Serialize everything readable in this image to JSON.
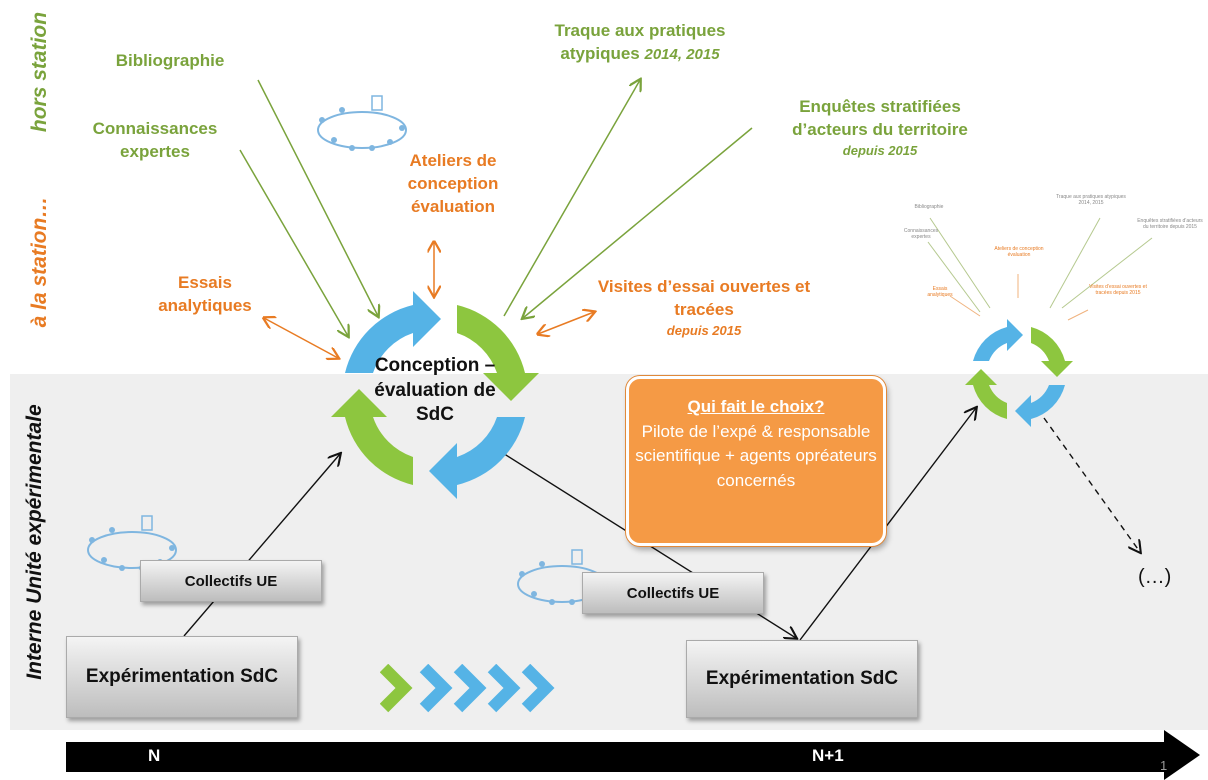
{
  "side_labels": {
    "hors_station": "hors station",
    "a_la_station": "à la station…",
    "interne": "Interne Unité expérimentale"
  },
  "sources": {
    "bibliographie": "Bibliographie",
    "connaissances": "Connaissances expertes",
    "traque_main": "Traque aux pratiques atypiques",
    "traque_years": "2014, 2015",
    "enquetes_main": "Enquêtes stratifiées d’acteurs du territoire",
    "enquetes_years": "depuis 2015"
  },
  "activities": {
    "ateliers": "Ateliers de conception évaluation",
    "essais": "Essais analytiques",
    "visites_main": "Visites d’essai ouvertes et tracées",
    "visites_years": "depuis 2015"
  },
  "center_cycle": "Conception – évaluation de SdC",
  "choice_box": {
    "question": "Qui fait le choix?",
    "answer": "Pilote de l’expé & responsable scientifique + agents opréateurs concernés"
  },
  "collectif_1": "Collectifs UE",
  "collectif_2": "Collectifs UE",
  "experimentation_1": "Expérimentation SdC",
  "experimentation_2": "Expérimentation SdC",
  "ellipsis": "(…)",
  "timeline": {
    "start": "N",
    "next": "N+1"
  },
  "slide_number": "1",
  "mini_diagram": {
    "biblio": "Bibliographie",
    "connaissances": "Connaissances expertes",
    "traque": "Traque aux pratiques atypiques 2014, 2015",
    "enquetes": "Enquêtes stratifiées d’acteurs du territoire depuis 2015",
    "ateliers": "Ateliers de conception évaluation",
    "essais": "Essais analytiques",
    "visites": "Visites d’essai ouvertes et tracées depuis 2015"
  },
  "colors": {
    "green": "#7aa33c",
    "orange": "#e87b23",
    "blue": "#55b3e6",
    "lime": "#8dc63f"
  }
}
